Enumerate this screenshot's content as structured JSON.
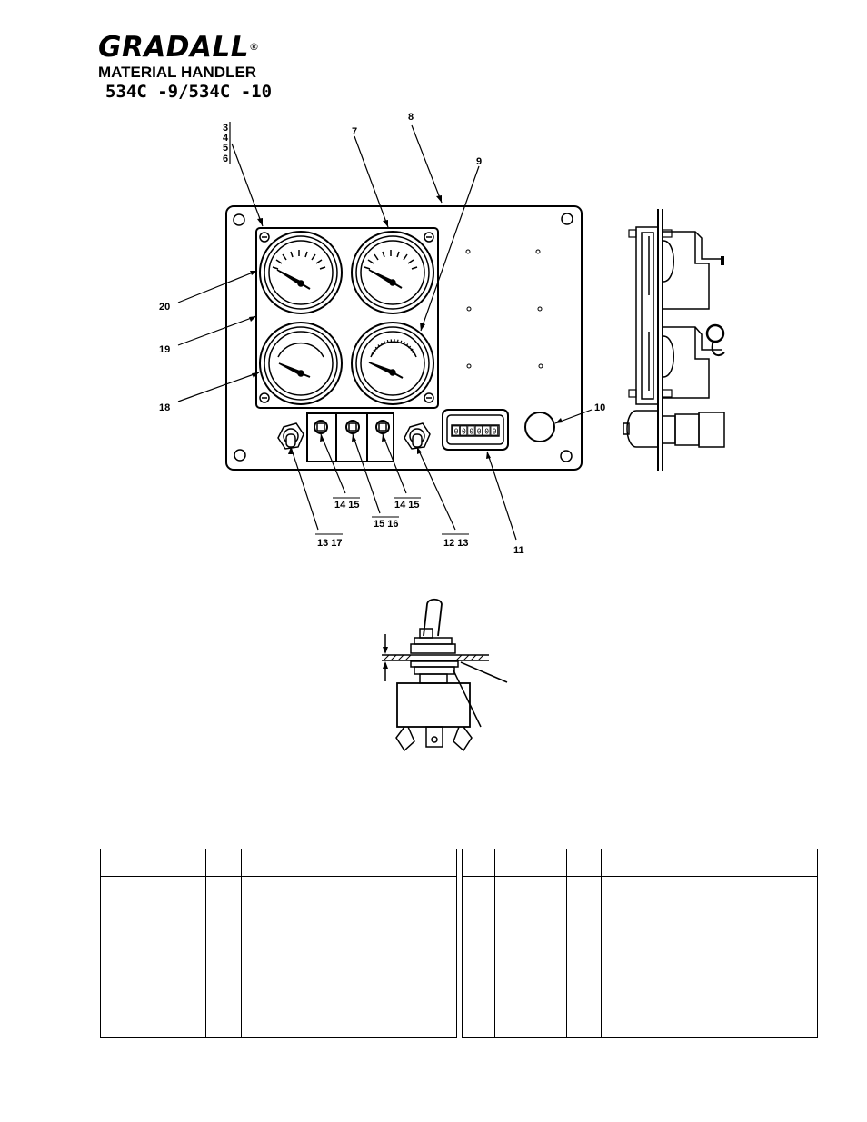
{
  "header": {
    "brand": "GRADALL",
    "registered_mark": "®",
    "subtitle": "MATERIAL HANDLER",
    "model": "534C -9/534C -10"
  },
  "callouts": {
    "c3456": [
      "3",
      "4",
      "5",
      "6"
    ],
    "c7": "7",
    "c8": "8",
    "c9": "9",
    "c10": "10",
    "c11": "11",
    "c12_13": "12 13",
    "c13_17": "13 17",
    "c14_15_a": "14 15",
    "c14_15_b": "14 15",
    "c15_16": "15 16",
    "c18": "18",
    "c19": "19",
    "c20": "20"
  },
  "counter_digits": [
    "0",
    "0",
    "0",
    "0",
    "0",
    "0"
  ],
  "parts_table": {
    "left_columns": [
      "",
      "",
      "",
      ""
    ],
    "right_columns": [
      "",
      "",
      "",
      ""
    ]
  }
}
